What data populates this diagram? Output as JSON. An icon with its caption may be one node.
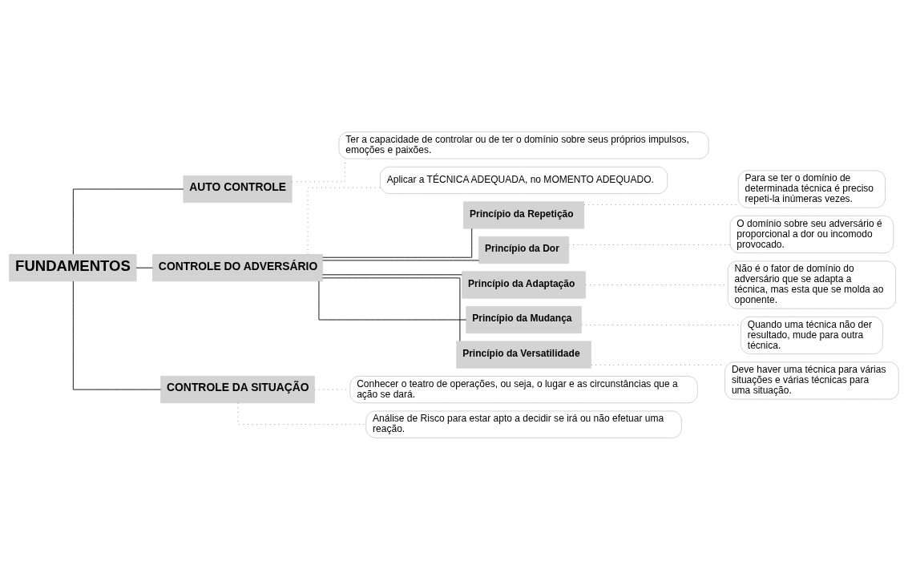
{
  "diagram": {
    "nodes": [
      {
        "text": [
          "FUNDAMENTOS"
        ]
      },
      {
        "text": [
          "AUTO CONTROLE"
        ]
      },
      {
        "text": [
          "Ter a capacidade de controlar ou de ter o domínio sobre seus próprios impulsos, emoções e paixões."
        ]
      },
      {
        "text": [
          "CONTROLE DO ADVERSÁRIO"
        ]
      },
      {
        "text": [
          "Aplicar a TÉCNICA ADEQUADA, no MOMENTO ADEQUADO."
        ]
      },
      {
        "text": [
          "Princípio da Repetição"
        ]
      },
      {
        "text": [
          "Para se ter o domínio de determinada técnica é preciso repeti-la inúmeras vezes."
        ]
      },
      {
        "text": [
          "Princípio da Dor"
        ]
      },
      {
        "text": [
          "O domínio sobre seu adversário é proporcional a dor ou incomodo provocado."
        ]
      },
      {
        "text": [
          "Princípio da Adaptação"
        ]
      },
      {
        "text": [
          "Não é o fator de domínio do adversário que se adapta a técnica, mas esta que se molda ao oponente."
        ]
      },
      {
        "text": [
          "Princípio da Mudança"
        ]
      },
      {
        "text": [
          "Quando uma técnica não der resultado, mude para outra técnica."
        ]
      },
      {
        "text": [
          "Princípio da Versatilidade"
        ]
      },
      {
        "text": [
          "Deve haver uma técnica para várias situações e várias técnicas para uma situação."
        ]
      },
      {
        "text": [
          "CONTROLE DA SITUAÇÃO"
        ]
      },
      {
        "text": [
          "Conhecer o teatro de operações, ou seja, o lugar e as circunstâncias que a ação se dará."
        ]
      },
      {
        "text": [
          "Análise de Risco para estar apto a decidir se irá ou não efetuar uma reação."
        ]
      }
    ],
    "edges": [
      {
        "from": 0,
        "to": 1,
        "arrow": "none",
        "color": "#000000"
      },
      {
        "from": 1,
        "to": 2,
        "arrow": "none",
        "style": "dashed",
        "color": "#888888"
      },
      {
        "from": 0,
        "to": 3,
        "arrow": "none",
        "color": "#000000"
      },
      {
        "from": 3,
        "to": 4,
        "arrow": "none",
        "style": "dashed",
        "color": "#888888"
      },
      {
        "from": 3,
        "to": 5,
        "arrow": "none",
        "color": "#000000"
      },
      {
        "from": 5,
        "to": 6,
        "arrow": "none",
        "style": "dashed",
        "color": "#888888"
      },
      {
        "from": 3,
        "to": 7,
        "arrow": "none",
        "color": "#000000"
      },
      {
        "from": 7,
        "to": 8,
        "arrow": "none",
        "style": "dashed",
        "color": "#888888"
      },
      {
        "from": 3,
        "to": 9,
        "arrow": "none",
        "color": "#000000"
      },
      {
        "from": 9,
        "to": 10,
        "arrow": "none",
        "style": "dashed",
        "color": "#888888"
      },
      {
        "from": 3,
        "to": 11,
        "arrow": "none",
        "color": "#000000"
      },
      {
        "from": 11,
        "to": 12,
        "arrow": "none",
        "style": "dashed",
        "color": "#888888"
      },
      {
        "from": 3,
        "to": 13,
        "arrow": "none",
        "color": "#000000"
      },
      {
        "from": 13,
        "to": 14,
        "arrow": "none",
        "style": "dashed",
        "color": "#888888"
      },
      {
        "from": 0,
        "to": 15,
        "arrow": "none",
        "color": "#000000"
      },
      {
        "from": 15,
        "to": 16,
        "arrow": "none",
        "style": "dashed",
        "color": "#888888"
      },
      {
        "from": 15,
        "to": 17,
        "arrow": "none",
        "style": "dashed",
        "color": "#888888"
      }
    ]
  }
}
